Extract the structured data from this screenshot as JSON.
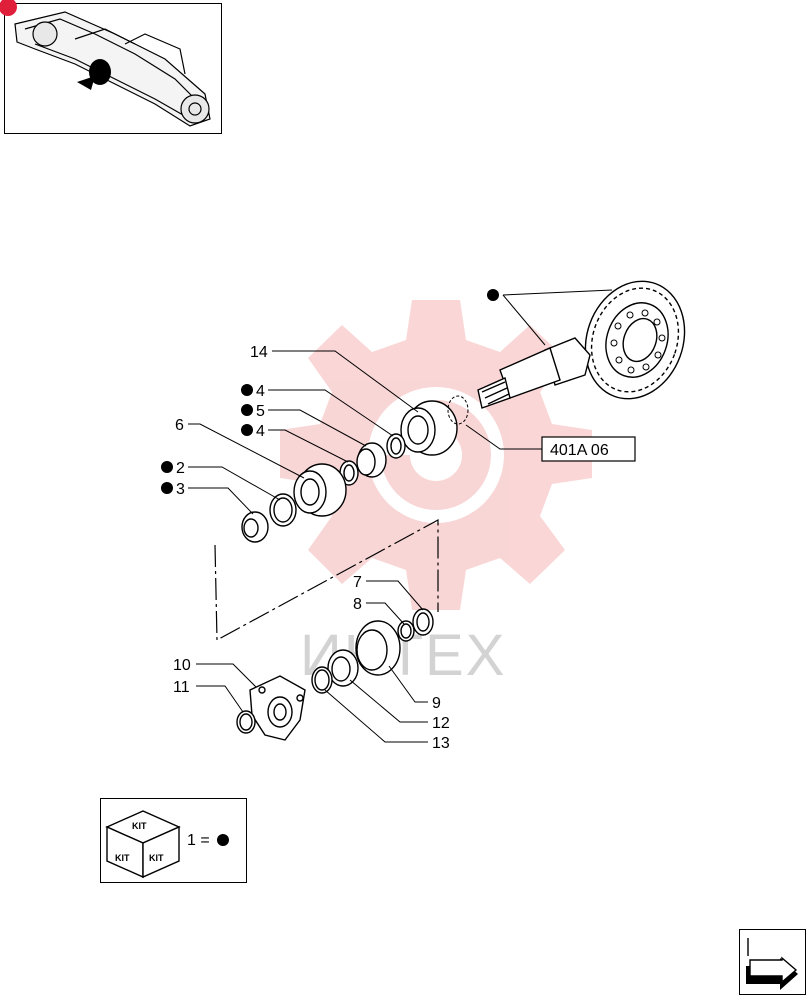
{
  "callouts": {
    "c14": "14",
    "c4a": "4",
    "c5": "5",
    "c4b": "4",
    "c6": "6",
    "c2": "2",
    "c3": "3",
    "c7": "7",
    "c8": "8",
    "c10": "10",
    "c11": "11",
    "c9": "9",
    "c12": "12",
    "c13": "13"
  },
  "reference_box": {
    "label": "401A 06"
  },
  "watermark": {
    "text": "ИНТЕХ"
  },
  "kit_legend": {
    "cube_top": "KIT",
    "cube_left": "KIT",
    "cube_right": "KIT",
    "equation": "1 ="
  },
  "colors": {
    "watermark_red": "#f5b5b5",
    "thumbnail_marker": "#e0203a"
  },
  "icons": {
    "thumbnail": "axle-assembly-thumbnail",
    "navigation": "next-page-arrow-icon",
    "kit": "kit-cube-icon"
  }
}
